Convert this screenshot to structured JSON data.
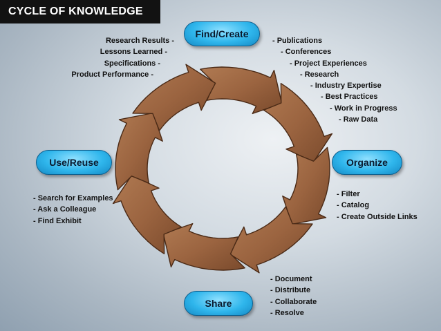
{
  "title": "CYCLE OF KNOWLEDGE",
  "stages": {
    "find_create": "Find/Create",
    "organize": "Organize",
    "share": "Share",
    "use_reuse": "Use/Reuse"
  },
  "lists": {
    "find_create_left": [
      "Research Results -",
      "Lessons Learned -",
      "Specifications -",
      "Product Performance -"
    ],
    "find_create_right": [
      "- Publications",
      "- Conferences",
      "- Project Experiences",
      "- Research",
      "- Industry Expertise",
      "- Best Practices",
      "- Work in Progress",
      "- Raw Data"
    ],
    "organize": [
      "- Filter",
      "- Catalog",
      "- Create Outside Links"
    ],
    "share": [
      "- Document",
      "- Distribute",
      "- Collaborate",
      "- Resolve"
    ],
    "use_reuse": [
      "- Search for Examples",
      "- Ask a Colleague",
      "- Find Exhibit"
    ]
  },
  "colors": {
    "title_bg": "#121212",
    "pill": "#2fb6ec",
    "arrow": "#9b6440",
    "arrow_edge": "#4a2a16"
  }
}
